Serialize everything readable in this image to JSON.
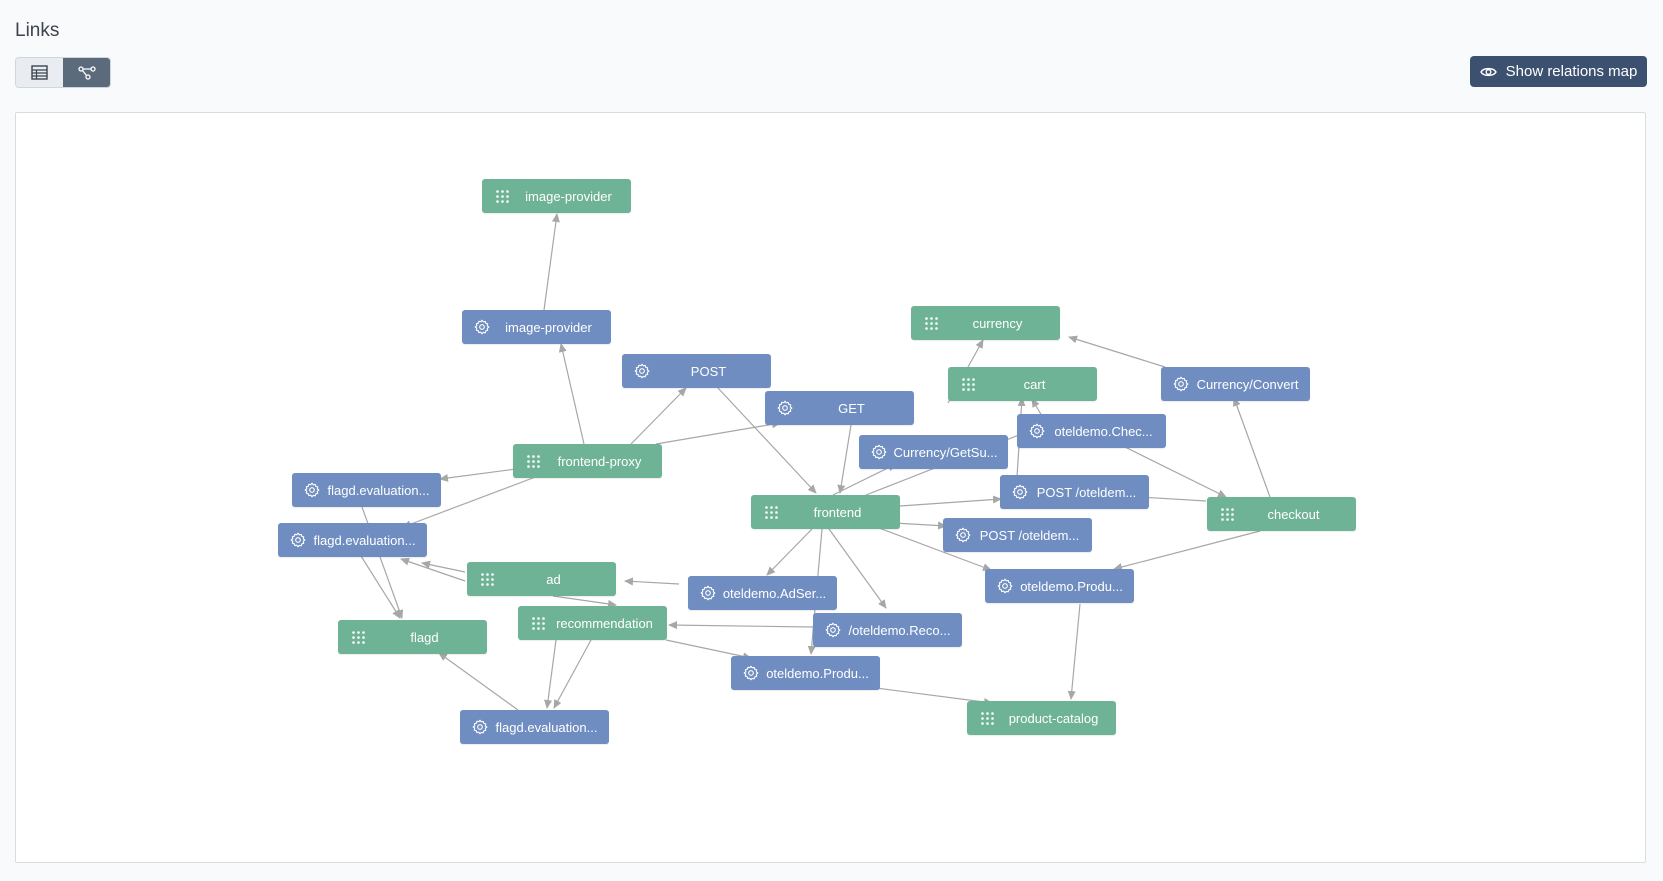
{
  "header": {
    "title": "Links",
    "relations_button": "Show relations map"
  },
  "colors": {
    "service_node": "#6fb396",
    "operation_node": "#6f8dc1",
    "edge": "#a7a7a7",
    "button_dark": "#3c5170"
  },
  "graph": {
    "nodes": [
      {
        "id": "image-provider-svc",
        "label": "image-provider",
        "kind": "service"
      },
      {
        "id": "image-provider-op",
        "label": "image-provider",
        "kind": "operation"
      },
      {
        "id": "post",
        "label": "POST",
        "kind": "operation"
      },
      {
        "id": "get",
        "label": "GET",
        "kind": "operation"
      },
      {
        "id": "currency",
        "label": "currency",
        "kind": "service"
      },
      {
        "id": "cart",
        "label": "cart",
        "kind": "service"
      },
      {
        "id": "currency-convert",
        "label": "Currency/Convert",
        "kind": "operation"
      },
      {
        "id": "oteldemo-chec",
        "label": "oteldemo.Chec...",
        "kind": "operation"
      },
      {
        "id": "currency-getsu",
        "label": "Currency/GetSu...",
        "kind": "operation"
      },
      {
        "id": "frontend-proxy",
        "label": "frontend-proxy",
        "kind": "service"
      },
      {
        "id": "flagd-eval-1",
        "label": "flagd.evaluation...",
        "kind": "operation"
      },
      {
        "id": "post-oteldem-1",
        "label": "POST /oteldem...",
        "kind": "operation"
      },
      {
        "id": "frontend",
        "label": "frontend",
        "kind": "service"
      },
      {
        "id": "checkout",
        "label": "checkout",
        "kind": "service"
      },
      {
        "id": "flagd-eval-2",
        "label": "flagd.evaluation...",
        "kind": "operation"
      },
      {
        "id": "post-oteldem-2",
        "label": "POST /oteldem...",
        "kind": "operation"
      },
      {
        "id": "ad",
        "label": "ad",
        "kind": "service"
      },
      {
        "id": "oteldemo-adser",
        "label": "oteldemo.AdSer...",
        "kind": "operation"
      },
      {
        "id": "oteldemo-produ-1",
        "label": "oteldemo.Produ...",
        "kind": "operation"
      },
      {
        "id": "flagd",
        "label": "flagd",
        "kind": "service"
      },
      {
        "id": "recommendation",
        "label": "recommendation",
        "kind": "service"
      },
      {
        "id": "oteldemo-reco",
        "label": "/oteldemo.Reco...",
        "kind": "operation"
      },
      {
        "id": "oteldemo-produ-2",
        "label": "oteldemo.Produ...",
        "kind": "operation"
      },
      {
        "id": "product-catalog",
        "label": "product-catalog",
        "kind": "service"
      },
      {
        "id": "flagd-eval-3",
        "label": "flagd.evaluation...",
        "kind": "operation"
      }
    ]
  }
}
